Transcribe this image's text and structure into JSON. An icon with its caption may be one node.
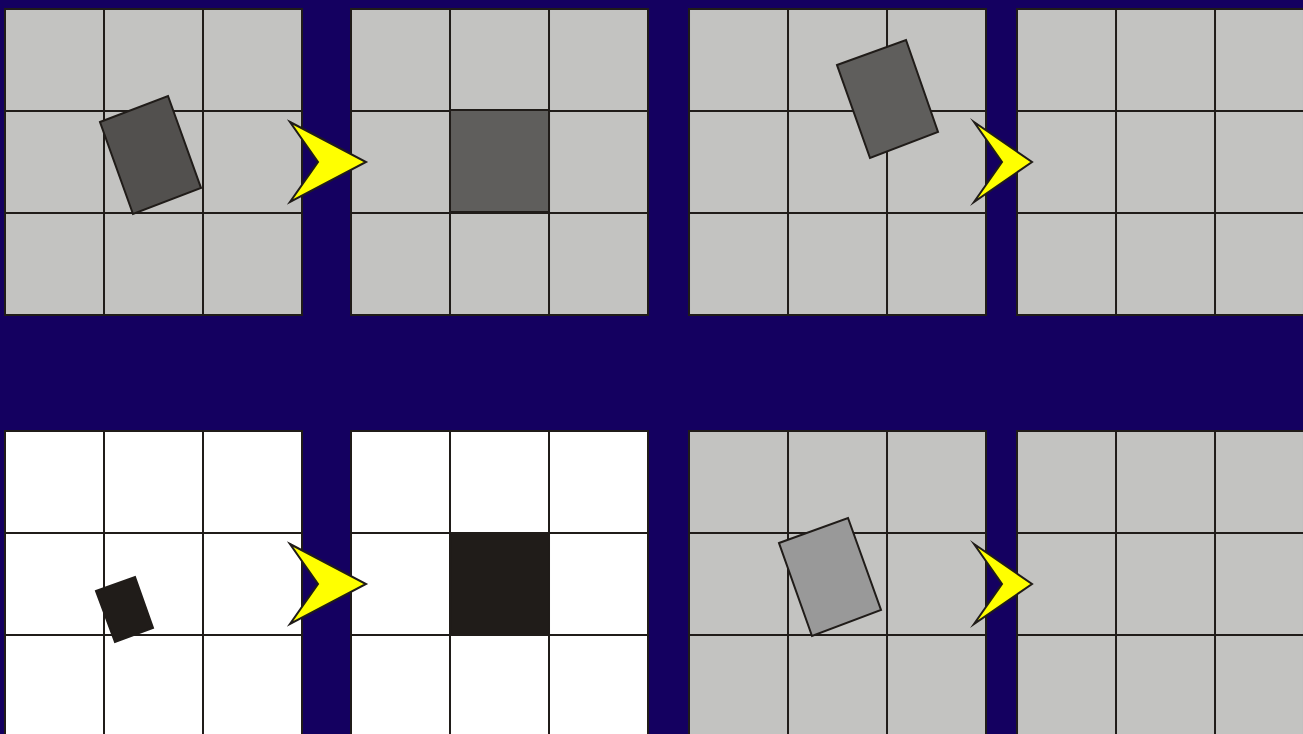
{
  "diagram": {
    "nodes": [
      {
        "text": [],
        "shape": "box"
      },
      {
        "text": [],
        "shape": "box"
      },
      {
        "text": [],
        "shape": "box"
      },
      {
        "text": [],
        "shape": "box"
      },
      {
        "text": [],
        "shape": "box"
      },
      {
        "text": [],
        "shape": "box"
      },
      {
        "text": [],
        "shape": "box"
      },
      {
        "text": [],
        "shape": "box"
      },
      {
        "text": [],
        "shape": "box",
        "in": 0
      },
      {
        "text": [],
        "shape": "box",
        "in": 1
      },
      {
        "text": [],
        "shape": "box",
        "in": 2
      },
      {
        "text": [],
        "shape": "box",
        "in": 4
      },
      {
        "text": [],
        "shape": "box",
        "in": 5
      },
      {
        "text": [],
        "shape": "box",
        "in": 6
      }
    ],
    "edges": [
      {
        "from": 0,
        "to": 1,
        "arrow": "to"
      },
      {
        "from": 2,
        "to": 3,
        "arrow": "to"
      },
      {
        "from": 4,
        "to": 5,
        "arrow": "to"
      },
      {
        "from": 6,
        "to": 7,
        "arrow": "to"
      }
    ]
  }
}
